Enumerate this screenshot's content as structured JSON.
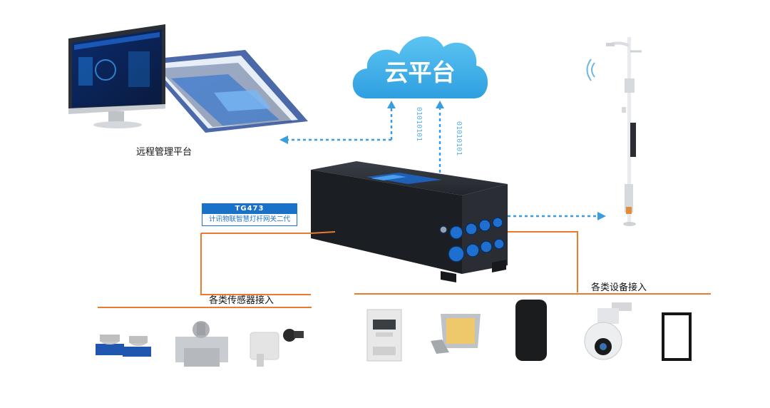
{
  "cloud": {
    "label": "云平台",
    "color": "#43b4ea"
  },
  "remote_platform": {
    "label": "远程管理平台"
  },
  "gateway": {
    "model": "TG473",
    "name": "计讯物联智慧灯杆网关二代"
  },
  "sensors": {
    "label": "各类传感器接入"
  },
  "devices": {
    "label": "各类设备接入"
  },
  "data_stream": {
    "bits": "01010101"
  },
  "colors": {
    "arrow": "#3a9de0",
    "bus_line": "#ec7a2e",
    "gateway_accent": "#1a72c8"
  }
}
